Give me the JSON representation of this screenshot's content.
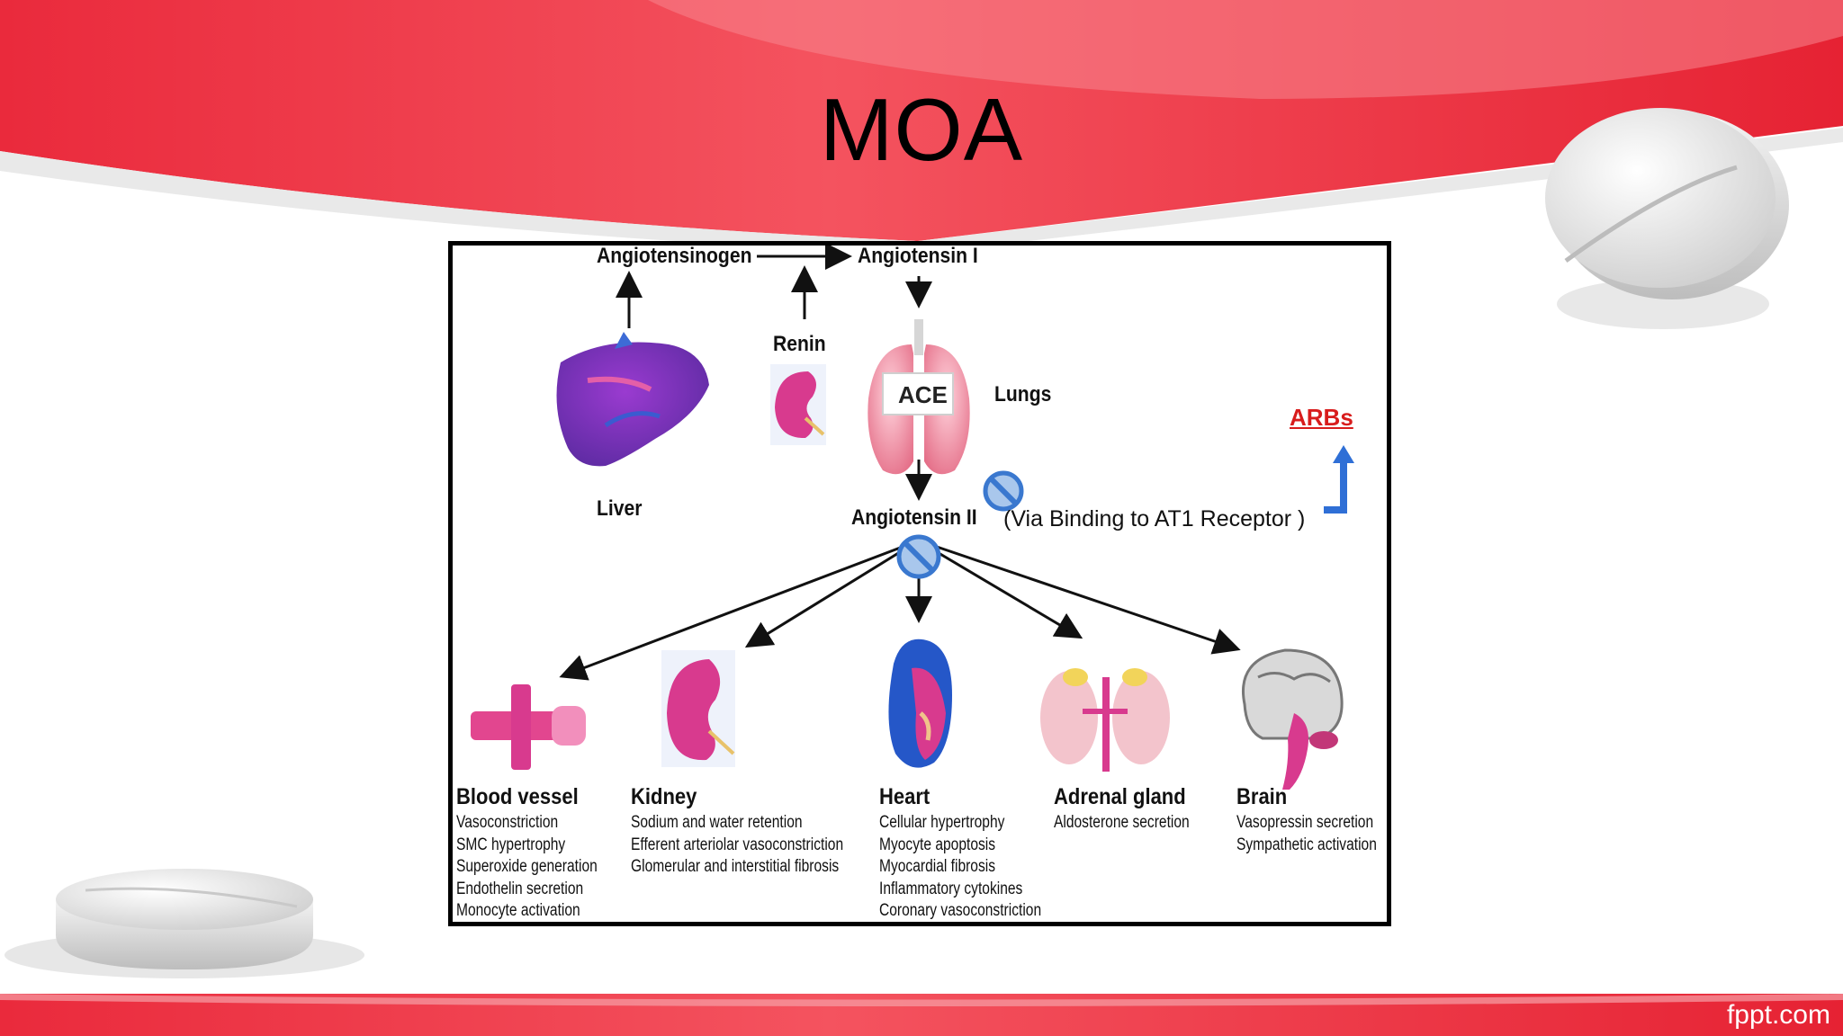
{
  "slide": {
    "title": "MOA",
    "footer_brand": "fppt.com",
    "colors": {
      "accent": "#e8293a",
      "accent_light": "#f56a76",
      "arb_red": "#d81c1c",
      "arrow_blue": "#2f6fd6"
    }
  },
  "diagram": {
    "nodes": {
      "angiotensinogen": "Angiotensinogen",
      "angiotensin_1": "Angiotensin I",
      "angiotensin_2": "Angiotensin II",
      "renin": "Renin",
      "ace": "ACE",
      "lungs": "Lungs",
      "liver": "Liver"
    },
    "drug_label": "ARBs",
    "binding_note": "(Via Binding to AT1 Receptor )",
    "block_icon": "no-entry-icon",
    "organs": [
      {
        "name": "Blood vessel",
        "icon": "blood-vessel-icon",
        "effects": [
          "Vasoconstriction",
          "SMC hypertrophy",
          "Superoxide generation",
          "Endothelin secretion",
          "Monocyte activation"
        ]
      },
      {
        "name": "Kidney",
        "icon": "kidney-icon",
        "effects": [
          "Sodium and water retention",
          "Efferent arteriolar vasoconstriction",
          "Glomerular and interstitial fibrosis"
        ]
      },
      {
        "name": "Heart",
        "icon": "heart-icon",
        "effects": [
          "Cellular hypertrophy",
          "Myocyte apoptosis",
          "Myocardial fibrosis",
          "Inflammatory cytokines",
          "Coronary vasoconstriction"
        ]
      },
      {
        "name": "Adrenal gland",
        "icon": "adrenal-gland-icon",
        "effects": [
          "Aldosterone secretion"
        ]
      },
      {
        "name": "Brain",
        "icon": "brain-icon",
        "effects": [
          "Vasopressin secretion",
          "Sympathetic activation"
        ]
      }
    ]
  }
}
